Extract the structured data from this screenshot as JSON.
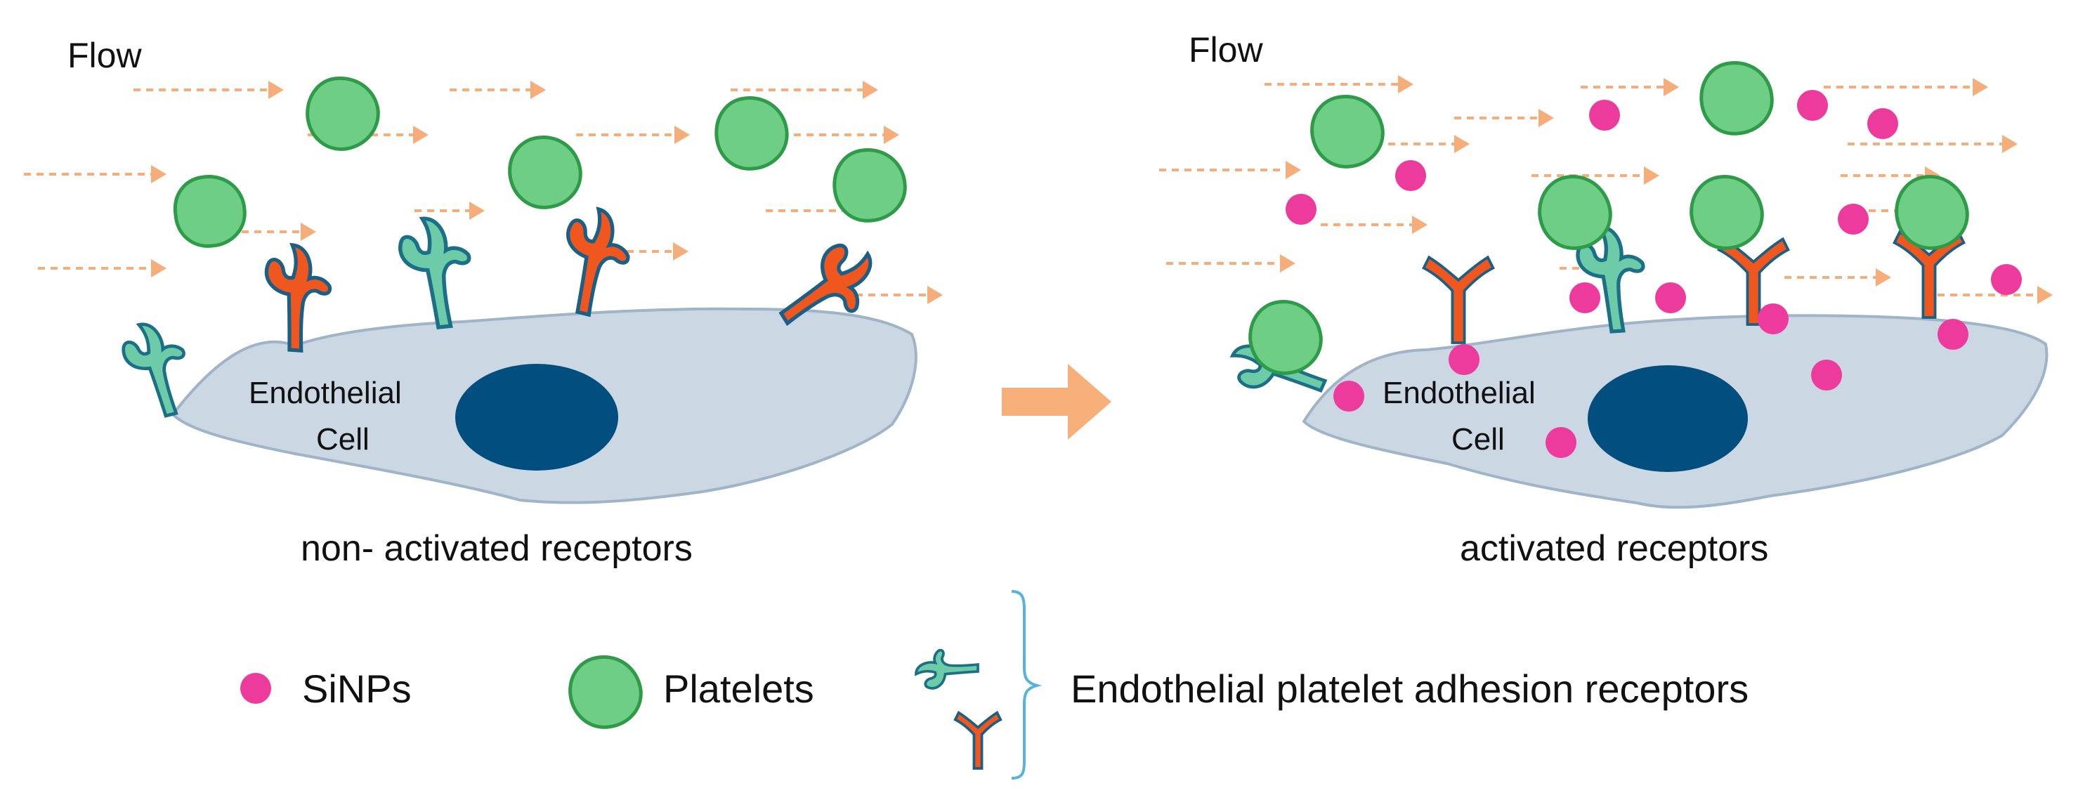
{
  "colors": {
    "cell_fill": "#cbd8e4",
    "cell_stroke": "#9fb4c6",
    "nucleus": "#024e7f",
    "platelet_fill": "#6fce85",
    "platelet_stroke": "#2e9b48",
    "sinp": "#ec3b9c",
    "receptor_teal_fill": "#6dcba7",
    "receptor_teal_stroke": "#1b6f86",
    "receptor_orange": "#f0571f",
    "receptor_orange_stroke": "#1b5f86",
    "flow_arrow": "#f5ae7a",
    "process_arrow": "#f7b07a",
    "bracket": "#55b4dc"
  },
  "left_panel": {
    "flow_label": "Flow",
    "cell_label_line1": "Endothelial",
    "cell_label_line2": "Cell",
    "caption": "non- activated receptors"
  },
  "right_panel": {
    "flow_label": "Flow",
    "cell_label_line1": "Endothelial",
    "cell_label_line2": "Cell",
    "caption": "activated receptors"
  },
  "legend": {
    "sinps": "SiNPs",
    "platelets": "Platelets",
    "receptors": "Endothelial platelet adhesion receptors"
  }
}
